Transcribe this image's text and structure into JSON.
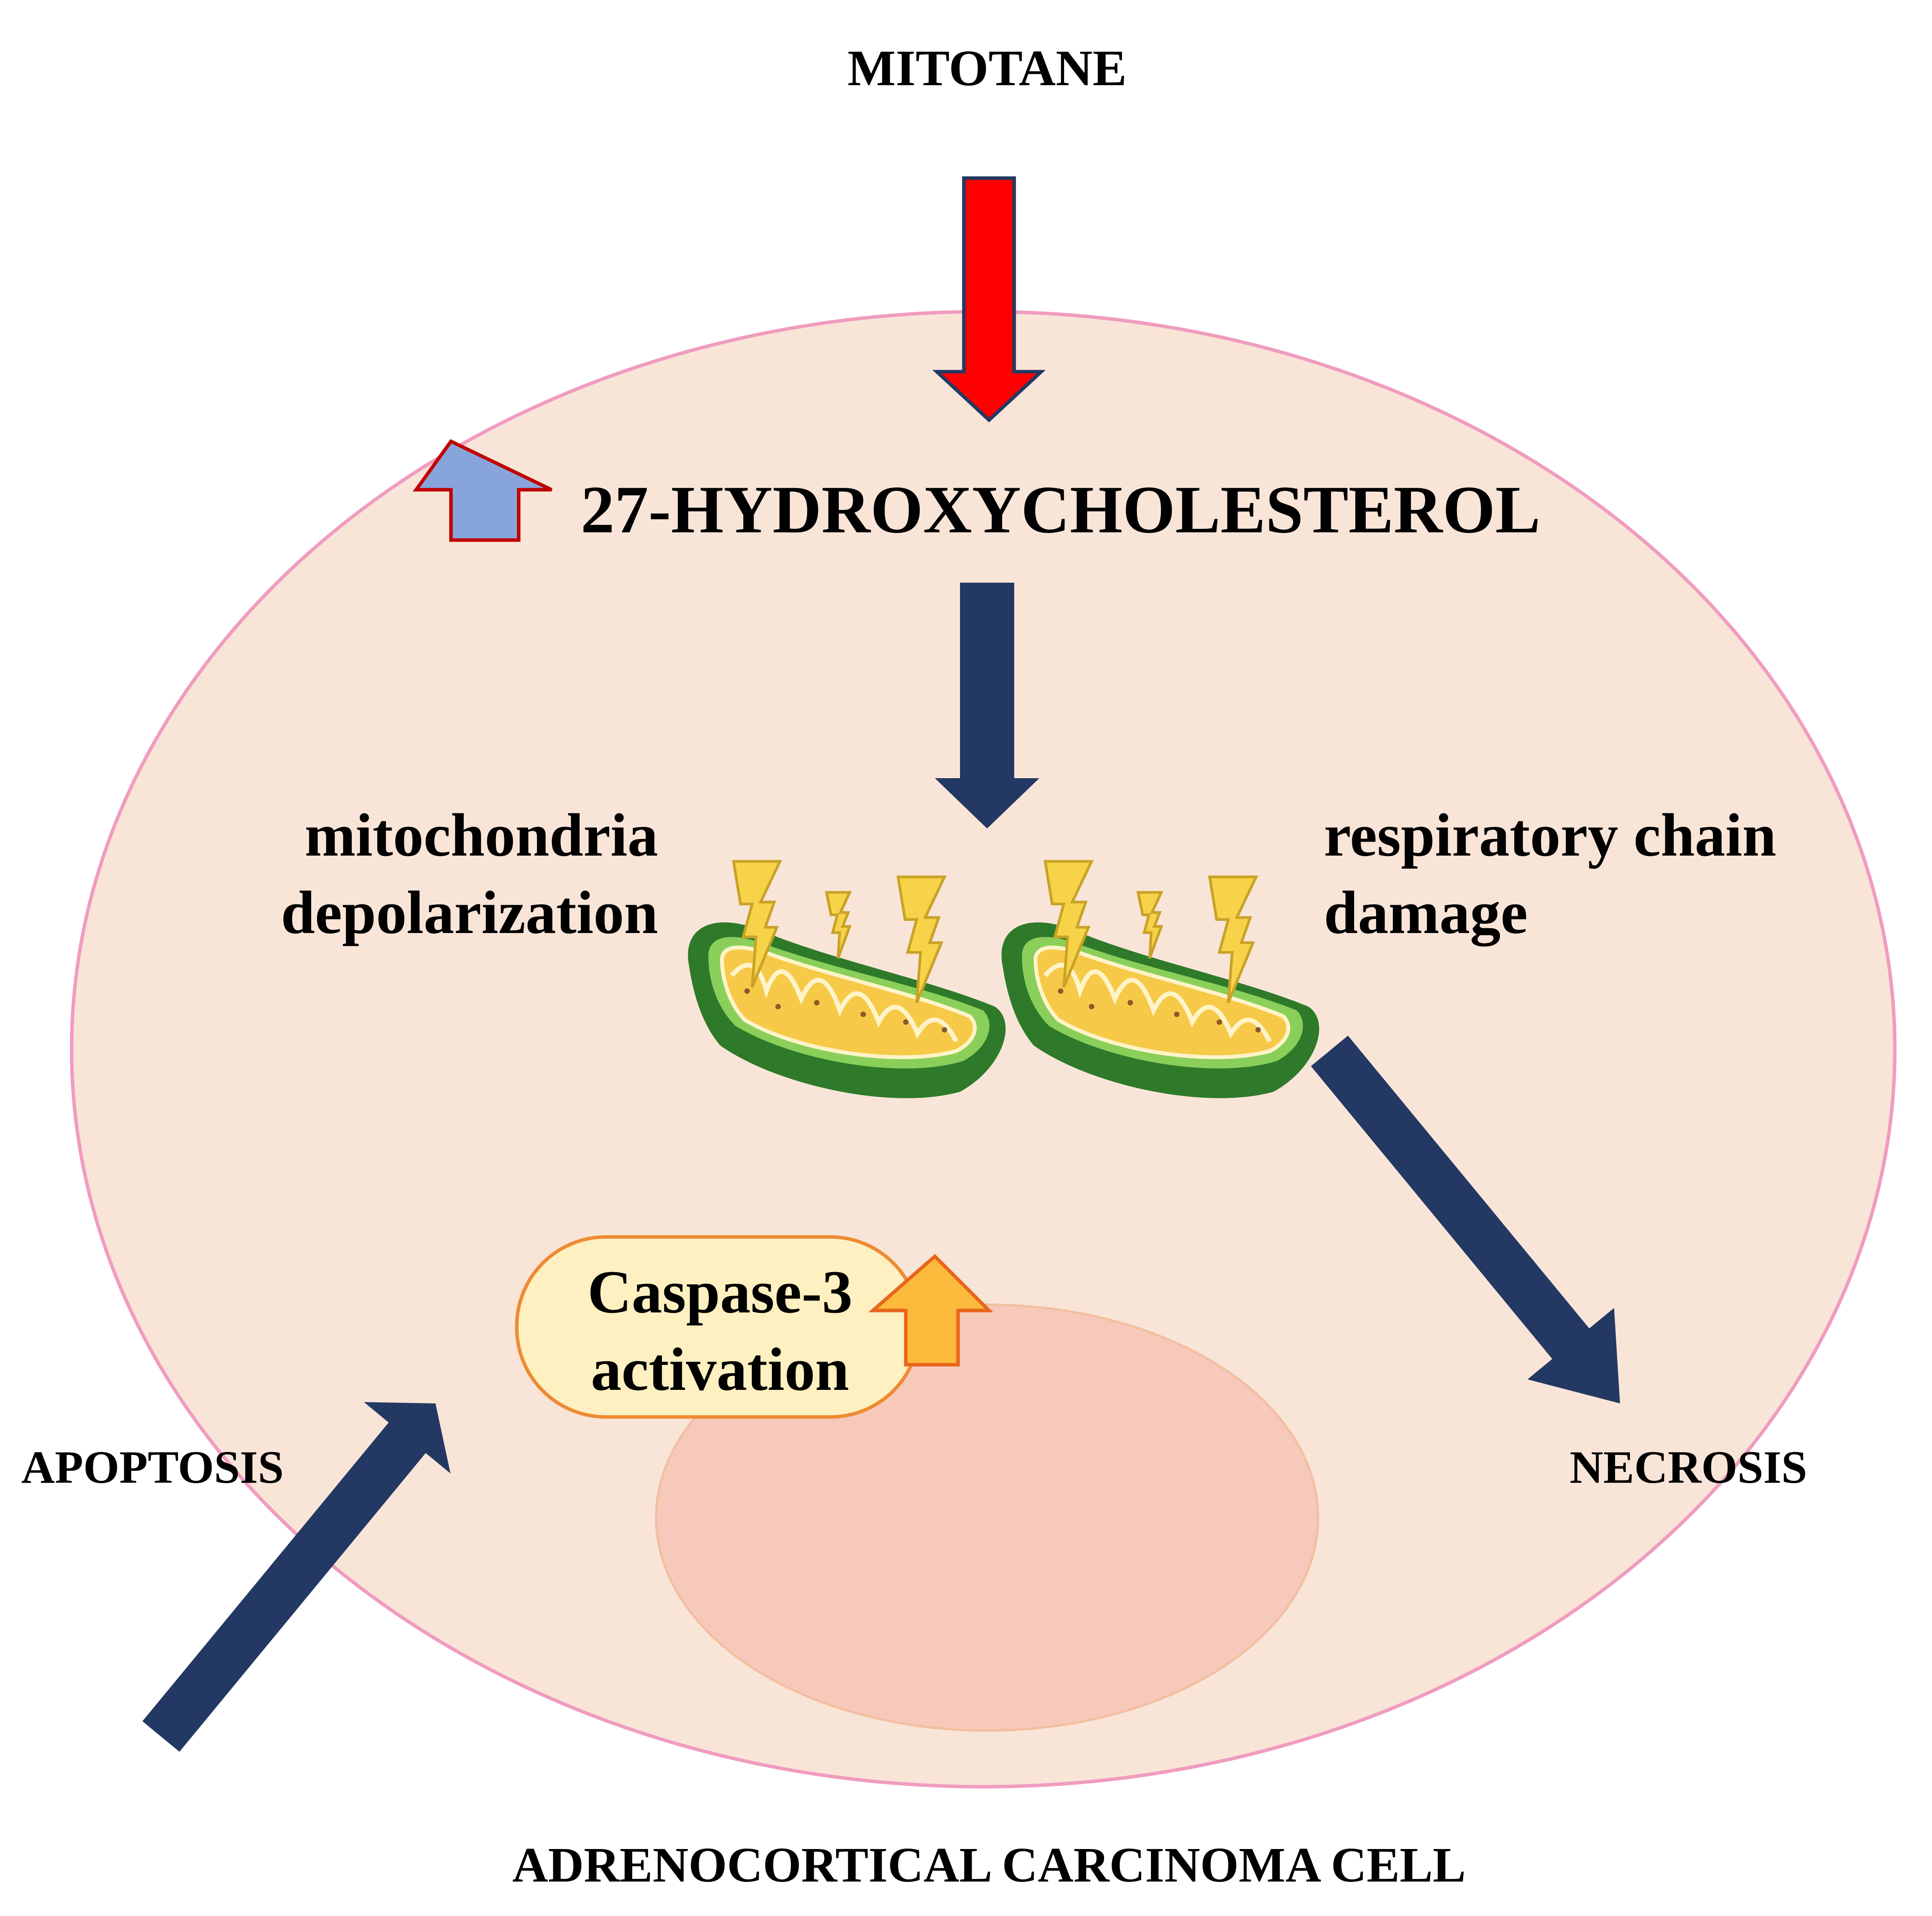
{
  "labels": {
    "mitotane": "MITOTANE",
    "hydroxycholesterol": "27-HYDROXYCHOLESTEROL",
    "mito_depol_line1": "mitochondria",
    "mito_depol_line2": "depolarization",
    "resp_chain_line1": "respiratory chain",
    "resp_chain_line2": "damage",
    "caspase_line1": "Caspase-3",
    "caspase_line2": "activation",
    "apoptosis": "APOPTOSIS",
    "necrosis": "NECROSIS",
    "cell": "ADRENOCORTICAL CARCINOMA CELL"
  },
  "colors": {
    "cell_fill": "#F9E5D8",
    "cell_border": "#F09CBF",
    "nucleus_fill": "#F6C9BA",
    "pathway_arrow": "#233963",
    "mitotane_arrow": "#FF0000",
    "increase_arrow_blue": "#87A5DB",
    "increase_arrow_orange": "#FBBA3C",
    "caspase_box": "#FEF0C0",
    "mito_outer": "#2E7A2A",
    "mito_inner": "#F7C948",
    "lightning": "#F7D34A"
  }
}
